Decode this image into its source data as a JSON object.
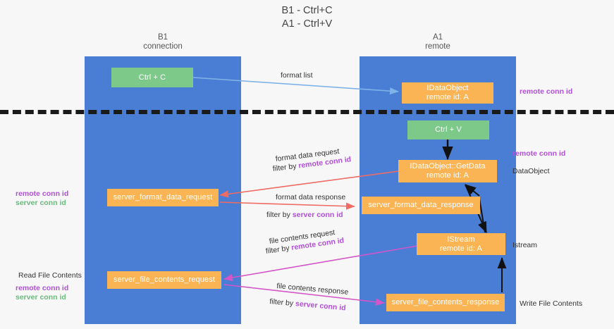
{
  "title": "B1 - Ctrl+C\nA1 - Ctrl+V",
  "lanes": [
    {
      "name": "B1",
      "sub": "connection"
    },
    {
      "name": "A1",
      "sub": "remote"
    }
  ],
  "nodes": {
    "ctrl_c": "Ctrl + C",
    "ctrl_v": "Ctrl + V",
    "idataobject_title": "IDataObject",
    "idataobject_sub": "remote id: A",
    "getdata_title": "IDataObject::GetData",
    "getdata_sub": "remote id: A",
    "istream_title": "IStream",
    "istream_sub": "remote id: A",
    "server_format_data_request": "server_format_data_request",
    "server_format_data_response": "server_format_data_response",
    "server_file_contents_request": "server_file_contents_request",
    "server_file_contents_response": "server_file_contents_response"
  },
  "edges": {
    "format_list": "format list",
    "format_data_request": "format data request",
    "format_data_request_filter_prefix": "filter by ",
    "format_data_request_filter_key": "remote conn id",
    "format_data_response": "format data response",
    "format_data_response_filter_prefix": "filter by ",
    "format_data_response_filter_key": "server conn id",
    "file_contents_request": "file contents request",
    "file_contents_request_filter_prefix": "filter by ",
    "file_contents_request_filter_key": "remote conn id",
    "file_contents_response": "file contents response",
    "file_contents_response_filter_prefix": "filter by ",
    "file_contents_response_filter_key": "server conn id"
  },
  "right_labels": {
    "remote_conn_id_top": "remote conn id",
    "remote_conn_id_mid": "remote conn id",
    "data_object": "DataObject",
    "istream": "Istream",
    "write_file_contents": "Write File Contents"
  },
  "left_labels": {
    "remote_conn_id": "remote conn id",
    "server_conn_id": "server conn id",
    "read_file_contents": "Read File Contents",
    "remote_conn_id_2": "remote conn id",
    "server_conn_id_2": "server conn id"
  },
  "colors": {
    "lane": "#4a7ed4",
    "green_node": "#7dc98a",
    "orange_node": "#fbb454",
    "purple": "#b14fd8",
    "green_text": "#6aba7c",
    "arrow_blue": "#7fb3e8",
    "arrow_red": "#ef6b63",
    "arrow_magenta": "#d455c8",
    "arrow_black": "#111111"
  }
}
